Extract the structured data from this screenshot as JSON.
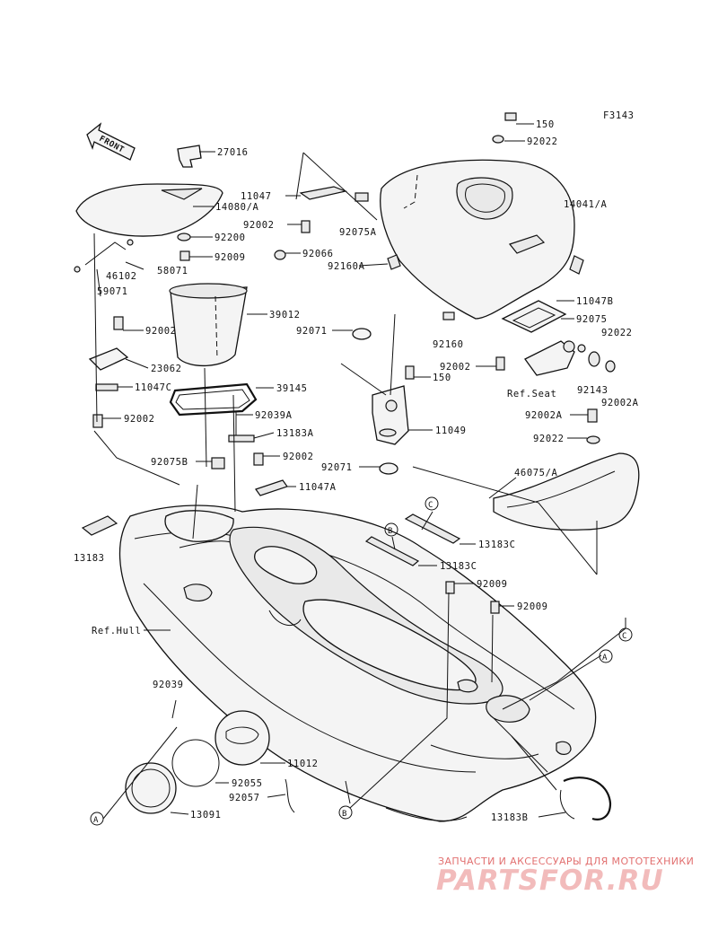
{
  "diagram": {
    "figure_code": "F3143",
    "front_marker": "FRONT",
    "labels": {
      "p150a": "150",
      "p92022a": "92022",
      "p27016": "27016",
      "p11047": "11047",
      "p14041": "14041/A",
      "p14080": "14080/A",
      "p92002a": "92002",
      "p92075a": "92075A",
      "p92200": "92200",
      "p92066": "92066",
      "p92009a": "92009",
      "p92160a": "92160A",
      "p46102": "46102",
      "p58071": "58071",
      "p59071": "59071",
      "p39012": "39012",
      "p11047b": "11047B",
      "p92002b": "92002",
      "p92075": "92075",
      "p92071a": "92071",
      "p92160": "92160",
      "p92022b": "92022",
      "p23062": "23062",
      "p92002c": "92002",
      "p150b": "150",
      "p11047c": "11047C",
      "refseat": "Ref.Seat",
      "p92143": "92143",
      "p92002a2": "92002A",
      "p39145": "39145",
      "p92002d": "92002",
      "p92002a3": "92002A",
      "p92039a": "92039A",
      "p11049": "11049",
      "p13183a": "13183A",
      "p92022c": "92022",
      "p92075b": "92075B",
      "p92002e": "92002",
      "p92071b": "92071",
      "p46075": "46075/A",
      "p11047a": "11047A",
      "p13183": "13183",
      "p13183c1": "13183C",
      "p13183c2": "13183C",
      "p92009b": "92009",
      "p92009c": "92009",
      "refhull": "Ref.Hull",
      "p92039": "92039",
      "p11012": "11012",
      "p92055": "92055",
      "p92057": "92057",
      "p13091": "13091",
      "p13183b": "13183B"
    },
    "callouts": {
      "c1": "C",
      "b1": "B",
      "c2": "C",
      "a1": "A",
      "a2": "A",
      "b2": "B"
    }
  },
  "watermark": {
    "subtitle": "ЗАПЧАСТИ И АКСЕССУАРЫ ДЛЯ МОТОТЕХНИКИ",
    "logo": "PARTSFOR.RU"
  }
}
